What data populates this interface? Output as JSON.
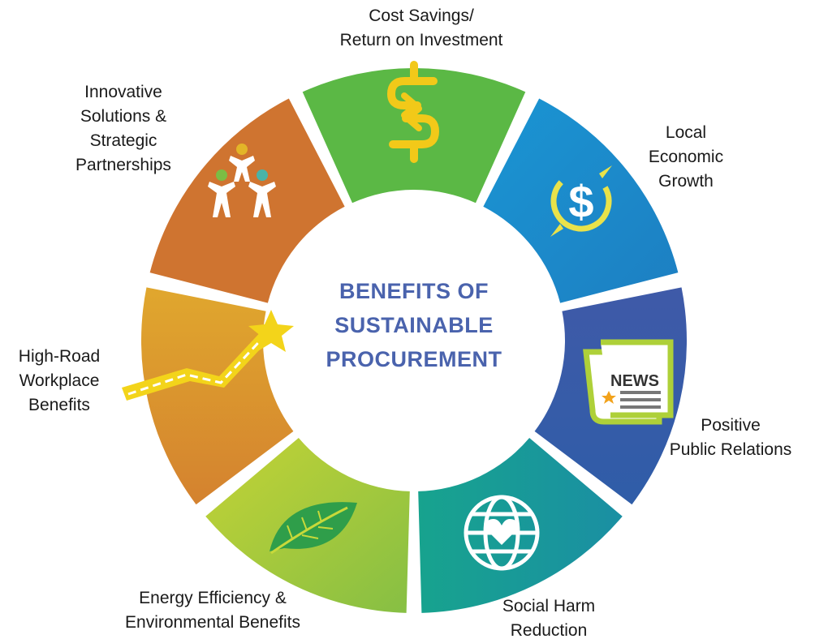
{
  "center": {
    "line1": "BENEFITS OF",
    "line2": "SUSTAINABLE",
    "line3": "PROCUREMENT"
  },
  "segments": [
    {
      "id": "cost",
      "color": "#5bb845",
      "icon": "recycle-arrows-icon",
      "label": [
        "Cost Savings/",
        "Return on Investment"
      ]
    },
    {
      "id": "local",
      "color": "#1f8fce",
      "icon": "dollar-cycle-icon",
      "label": [
        "Local",
        "Economic",
        "Growth"
      ]
    },
    {
      "id": "public",
      "color": "#3d5ba9",
      "icon": "newspaper-icon",
      "label": [
        "Positive",
        "Public  Relations"
      ],
      "news_text": "NEWS"
    },
    {
      "id": "social",
      "color": "#1a9e96",
      "icon": "globe-heart-icon",
      "label": [
        "Social Harm",
        "Reduction"
      ]
    },
    {
      "id": "energy",
      "color": "#a8c83a",
      "icon": "leaf-icon",
      "label": [
        "Energy Efficiency &",
        "Environmental Benefits"
      ]
    },
    {
      "id": "highroad",
      "color": "#dea82e",
      "icon": "road-star-icon",
      "label": [
        "High-Road",
        "Workplace",
        "Benefits"
      ]
    },
    {
      "id": "innovative",
      "color": "#cf7430",
      "icon": "people-team-icon",
      "label": [
        "Innovative",
        "Solutions &",
        "Strategic",
        "Partnerships"
      ]
    }
  ]
}
